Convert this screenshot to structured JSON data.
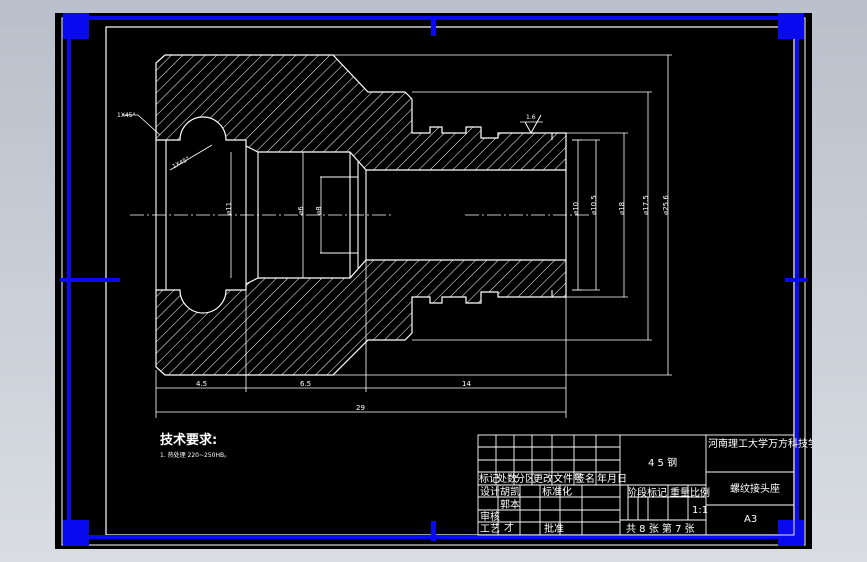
{
  "drawing": {
    "dimensions": {
      "chamfer": "1X45°",
      "groove_angle": "1X45°",
      "mark_1_6": "1.6",
      "d11": "⌀11",
      "d6": "⌀6",
      "d8": "⌀8",
      "d10": "⌀10",
      "d10_5": "⌀10.5",
      "d18": "⌀18",
      "d17_5": "⌀17.5",
      "d25_6": "⌀25.6",
      "len_4_5": "4.5",
      "len_6_5": "6.5",
      "len_14": "14",
      "len_29": "29"
    },
    "notes": {
      "title": "技术要求:",
      "line1": "1. 热处理 220~250HB。"
    }
  },
  "title_block": {
    "material": "4 5 钢",
    "school": "河南理工大学万方科技学院",
    "part_name": "螺纹接头座",
    "size": "A3",
    "scale_value": "1:1",
    "sheets": "共 8 张  第 7 张",
    "headers": [
      "标记",
      "处数",
      "分区",
      "更改文件号",
      "签名",
      "年月日"
    ],
    "row_design": [
      "设计",
      "胡凯",
      "标准化"
    ],
    "row_check": [
      "审核",
      "郭本"
    ],
    "row_craft": [
      "工艺",
      "才",
      "批准"
    ],
    "stage_row": [
      "阶段标记",
      "重量",
      "比例"
    ]
  },
  "colors": {
    "frame": "#0a0af0",
    "lines": "#ffffff",
    "background": "#000000"
  }
}
